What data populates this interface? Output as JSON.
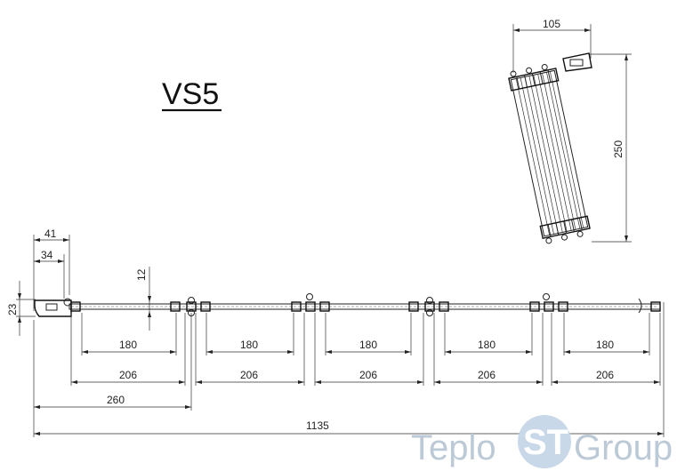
{
  "drawing": {
    "title": "VS5",
    "side_view": {
      "width_dim": "105",
      "height_dim": "250"
    },
    "front_view": {
      "bracket_outer_dim": "41",
      "bracket_inner_dim": "34",
      "height_dim": "23",
      "offset_dim": "12",
      "inner_spans": [
        "180",
        "180",
        "180",
        "180",
        "180"
      ],
      "outer_spans": [
        "206",
        "206",
        "206",
        "206",
        "206"
      ],
      "first_support_dim": "260",
      "total_length_dim": "1135"
    }
  },
  "watermark": {
    "part1": "Teplo",
    "part2": "ST",
    "part3": "Group",
    "color": "#bcc9d6",
    "badge_color": "#c8d8e8"
  }
}
